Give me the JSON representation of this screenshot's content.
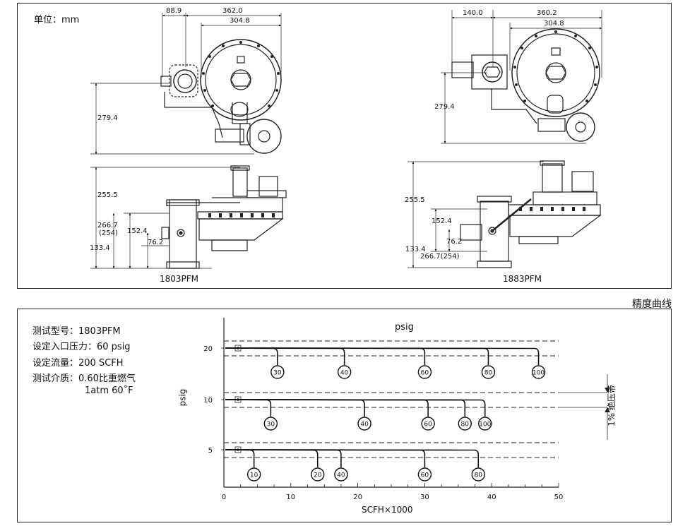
{
  "drawings": {
    "unit_label": "单位：mm",
    "left": {
      "model": "1803PFM",
      "top_dims": [
        "88.9",
        "362.0",
        "304.8"
      ],
      "height_dim": "279.4",
      "side_dims": [
        "255.5",
        "266.7",
        "(254)",
        "152.4",
        "76.2",
        "133.4"
      ]
    },
    "right": {
      "model": "1883PFM",
      "top_dims": [
        "140.0",
        "360.2",
        "304.8"
      ],
      "height_dim": "279.4",
      "side_dims": [
        "255.5",
        "152.4",
        "76.2",
        "133.4",
        "266.7(254)"
      ]
    }
  },
  "curve_section": {
    "title": "精度曲线",
    "conditions": [
      "测试型号：1803PFM",
      "设定入口压力：60 psig",
      "设定流量：200 SCFH",
      "测试介质：0.60比重燃气",
      "1atm 60˚F"
    ]
  },
  "chart_data": {
    "type": "line",
    "title": "psig",
    "xlabel": "SCFH×1000",
    "ylabel": "psig",
    "xlim": [
      0,
      50
    ],
    "x_ticks": [
      "0",
      "10",
      "20",
      "30",
      "40",
      "50"
    ],
    "y_ticks": [
      "5",
      "10",
      "20"
    ],
    "band_label": "1% 绝压带",
    "series": [
      {
        "name": "20",
        "set_point": 20,
        "curves": [
          {
            "inlet": 30,
            "end_flow": 8
          },
          {
            "inlet": 40,
            "end_flow": 18
          },
          {
            "inlet": 60,
            "end_flow": 30
          },
          {
            "inlet": 80,
            "end_flow": 39.5
          },
          {
            "inlet": 100,
            "end_flow": 47
          }
        ]
      },
      {
        "name": "10",
        "set_point": 10,
        "curves": [
          {
            "inlet": 30,
            "end_flow": 7
          },
          {
            "inlet": 40,
            "end_flow": 21
          },
          {
            "inlet": 60,
            "end_flow": 30.5
          },
          {
            "inlet": 80,
            "end_flow": 36
          },
          {
            "inlet": 100,
            "end_flow": 39
          }
        ]
      },
      {
        "name": "5",
        "set_point": 5,
        "curves": [
          {
            "inlet": 10,
            "end_flow": 4.5
          },
          {
            "inlet": 20,
            "end_flow": 14
          },
          {
            "inlet": 40,
            "end_flow": 17.5
          },
          {
            "inlet": 60,
            "end_flow": 30
          },
          {
            "inlet": 80,
            "end_flow": 38
          }
        ]
      }
    ]
  }
}
